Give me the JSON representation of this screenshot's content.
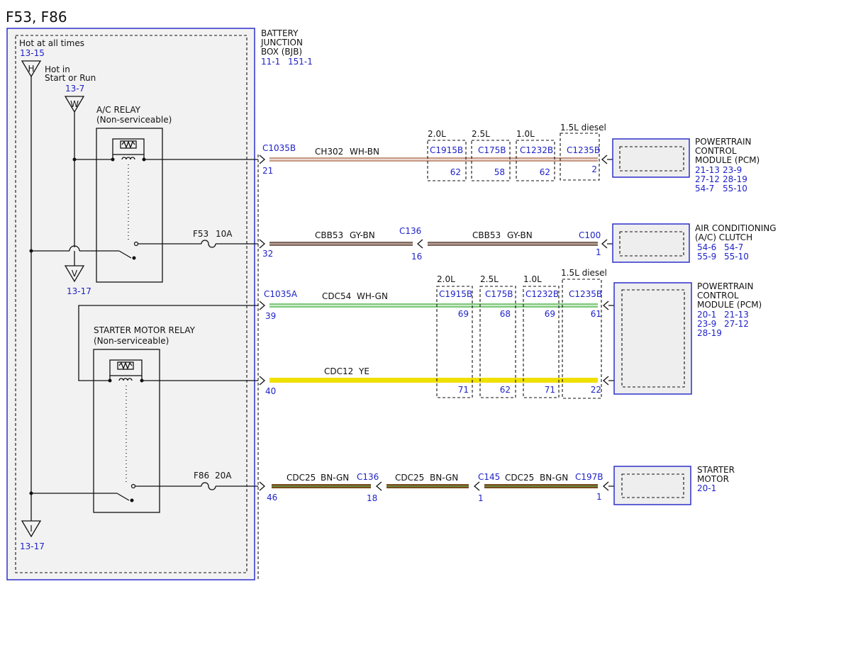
{
  "title": "F53, F86",
  "colors": {
    "blue_ref": "#1f22c8",
    "wire_white_brown": "#c79a86",
    "wire_gray_brown": "#7a6a62",
    "wire_white_green": "#7fc97a",
    "wire_yellow": "#f0e000",
    "wire_brown_green": "#7a4a1c",
    "module_fill": "#eeeeee"
  },
  "bjb": {
    "name_lines": [
      "BATTERY",
      "JUNCTION",
      "BOX (BJB)"
    ],
    "refs": [
      "11-1",
      "151-1"
    ],
    "hot_at_all_times": "Hot at all times",
    "hot_at_all_times_ref": "13-15",
    "hot_in_lines": [
      "Hot in",
      "Start or Run"
    ],
    "hot_in_ref": "13-7",
    "ac_relay_lines": [
      "A/C RELAY",
      "(Non-serviceable)"
    ],
    "starter_relay_lines": [
      "STARTER MOTOR RELAY",
      "(Non-serviceable)"
    ],
    "fuse_f53": {
      "name": "F53",
      "rating": "10A"
    },
    "fuse_f86": {
      "name": "F86",
      "rating": "20A"
    },
    "terminal_h": {
      "letter": "H"
    },
    "terminal_w": {
      "letter": "W"
    },
    "terminal_v": {
      "letter": "V",
      "ref": "13-17"
    },
    "terminal_i": {
      "letter": "I",
      "ref": "13-17"
    }
  },
  "variants_row1": [
    {
      "engine": "2.0L",
      "connector": "C1915B",
      "pin": "62"
    },
    {
      "engine": "2.5L",
      "connector": "C175B",
      "pin": "58"
    },
    {
      "engine": "1.0L",
      "connector": "C1232B",
      "pin": "62"
    },
    {
      "engine": "1.5L diesel",
      "connector": "C1235B",
      "pin": "2"
    }
  ],
  "variants_row3": [
    {
      "engine": "2.0L",
      "connector": "C1915B",
      "pin_top": "69",
      "pin_bottom": "71"
    },
    {
      "engine": "2.5L",
      "connector": "C175B",
      "pin_top": "68",
      "pin_bottom": "62"
    },
    {
      "engine": "1.0L",
      "connector": "C1232B",
      "pin_top": "69",
      "pin_bottom": "71"
    },
    {
      "engine": "1.5L diesel",
      "connector": "C1235B",
      "pin_top": "61",
      "pin_bottom": "22"
    }
  ],
  "circuits": {
    "ch302": {
      "bjb_connector": "C1035B",
      "bjb_pin": "21",
      "name": "CH302",
      "color": "WH-BN"
    },
    "cbb53": {
      "bjb_pin": "32",
      "name_a": "CBB53",
      "color_a": "GY-BN",
      "inline_connector": "C136",
      "inline_pin": "16",
      "name_b": "CBB53",
      "color_b": "GY-BN",
      "end_connector": "C100",
      "end_pin": "1"
    },
    "cdc54": {
      "bjb_connector": "C1035A",
      "bjb_pin": "39",
      "name": "CDC54",
      "color": "WH-GN"
    },
    "cdc12": {
      "bjb_pin": "40",
      "name": "CDC12",
      "color": "YE"
    },
    "cdc25": {
      "bjb_pin": "46",
      "name": "CDC25",
      "color": "BN-GN",
      "c136_connector": "C136",
      "c136_pin": "18",
      "c145_connector": "C145",
      "c145_pin": "1",
      "end_connector": "C197B",
      "end_pin": "1"
    }
  },
  "modules": {
    "pcm1": {
      "name_lines": [
        "POWERTRAIN",
        "CONTROL",
        "MODULE (PCM)"
      ],
      "refs": [
        [
          "21-13",
          "23-9"
        ],
        [
          "27-12",
          "28-19"
        ],
        [
          "54-7",
          "55-10"
        ]
      ]
    },
    "ac_clutch": {
      "name_lines": [
        "AIR CONDITIONING",
        "(A/C) CLUTCH"
      ],
      "refs": [
        [
          "54-6",
          "54-7"
        ],
        [
          "55-9",
          "55-10"
        ]
      ]
    },
    "pcm2": {
      "name_lines": [
        "POWERTRAIN",
        "CONTROL",
        "MODULE (PCM)"
      ],
      "refs": [
        [
          "20-1",
          "21-13"
        ],
        [
          "23-9",
          "27-12"
        ],
        [
          "28-19",
          ""
        ]
      ]
    },
    "starter": {
      "name_lines": [
        "STARTER",
        "MOTOR"
      ],
      "refs": [
        [
          "20-1",
          ""
        ]
      ]
    }
  }
}
